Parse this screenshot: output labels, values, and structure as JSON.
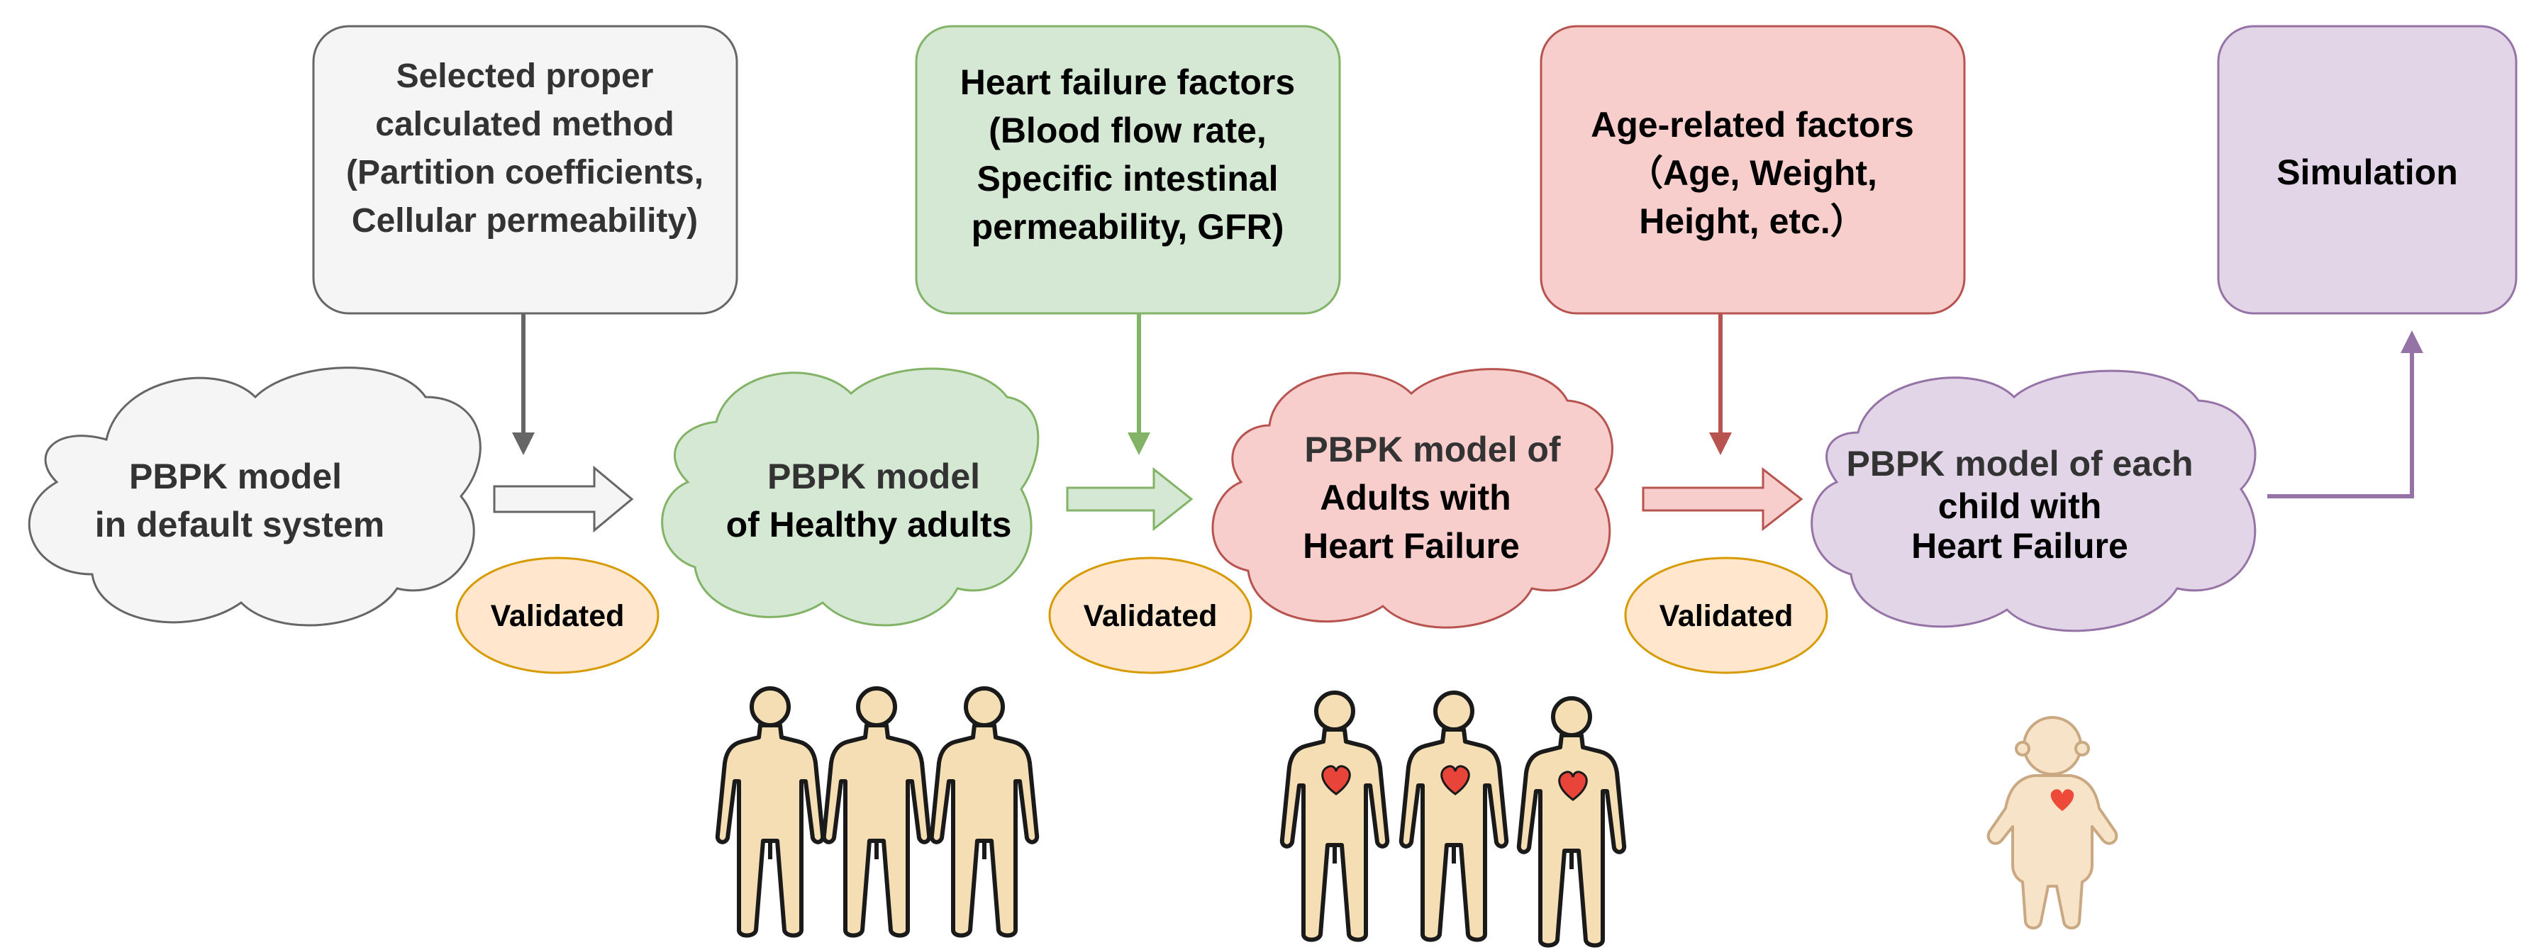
{
  "colors": {
    "grey_fill": "#f5f5f5",
    "grey_stroke": "#666666",
    "green_fill": "#d5e8d4",
    "green_stroke": "#82b366",
    "red_fill": "#f8cecc",
    "red_stroke": "#b85450",
    "purple_fill": "#e1d5e7",
    "purple_stroke": "#9673a6",
    "orange_fill": "#ffe6cc",
    "orange_stroke": "#d79b00",
    "skin": "#f5deb3",
    "outline": "#1a1a1a",
    "heart": "#e8443a"
  },
  "factor_boxes": [
    {
      "id": "method",
      "lines": [
        "Selected proper",
        "calculated method",
        "(Partition coefficients,",
        "Cellular permeability)"
      ]
    },
    {
      "id": "heart-failure",
      "lines": [
        "Heart failure factors",
        "(Blood flow rate,",
        "Specific intestinal",
        "permeability, GFR)"
      ]
    },
    {
      "id": "age",
      "lines": [
        "Age-related factors",
        "（Age, Weight,",
        "Height, etc.）"
      ]
    },
    {
      "id": "simulation",
      "lines": [
        "Simulation"
      ]
    }
  ],
  "models": [
    {
      "id": "default",
      "lines": [
        "PBPK model",
        "in default system"
      ]
    },
    {
      "id": "healthy",
      "lines": [
        "PBPK model",
        "of Healthy adults"
      ]
    },
    {
      "id": "adults-hf",
      "lines": [
        "PBPK model of",
        "Adults with",
        "Heart Failure"
      ]
    },
    {
      "id": "child-hf",
      "lines": [
        "PBPK model of each",
        "child with",
        "Heart Failure"
      ]
    }
  ],
  "validation_labels": [
    "Validated",
    "Validated",
    "Validated"
  ],
  "icons": {
    "healthy_group": "healthy-adult-figure-icon",
    "hf_group": "heart-failure-adult-figure-icon",
    "child": "child-with-heart-icon"
  }
}
